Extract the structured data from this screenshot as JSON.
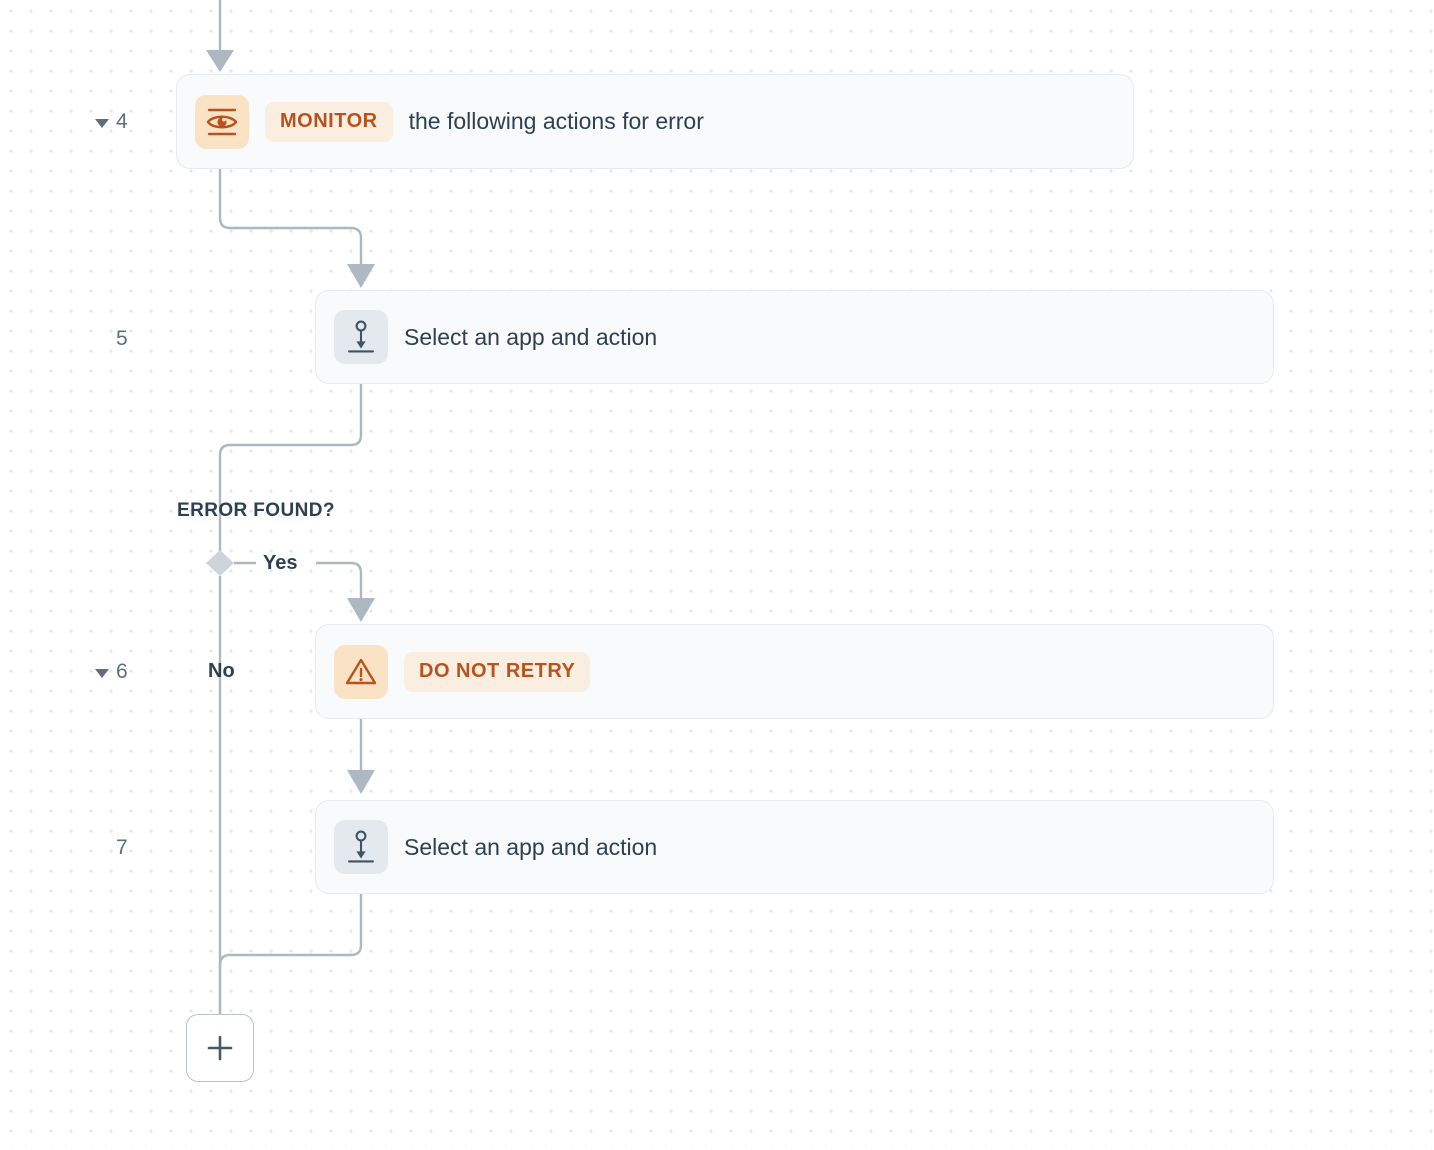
{
  "canvas": {
    "background_color": "#ffffff",
    "dot_color": "#e6e7e9",
    "connector_color": "#aeb8c2"
  },
  "nodes": [
    {
      "step": "4",
      "has_caret": true,
      "icon": "eye-icon",
      "icon_style": "amber",
      "pill_label": "MONITOR",
      "text": "the following actions for error",
      "accent_color": "#b9531d"
    },
    {
      "step": "5",
      "has_caret": false,
      "icon": "insert-action-icon",
      "icon_style": "grey",
      "pill_label": "",
      "text": "Select an app and action"
    },
    {
      "step": "6",
      "has_caret": true,
      "icon": "warning-triangle-icon",
      "icon_style": "amber",
      "pill_label": "DO NOT RETRY",
      "text": "",
      "accent_color": "#b9531d"
    },
    {
      "step": "7",
      "has_caret": false,
      "icon": "insert-action-icon",
      "icon_style": "grey",
      "pill_label": "",
      "text": "Select an app and action"
    }
  ],
  "branch": {
    "title": "ERROR FOUND?",
    "yes_label": "Yes",
    "no_label": "No"
  },
  "add_step": {
    "icon": "plus-icon",
    "label": "+"
  }
}
